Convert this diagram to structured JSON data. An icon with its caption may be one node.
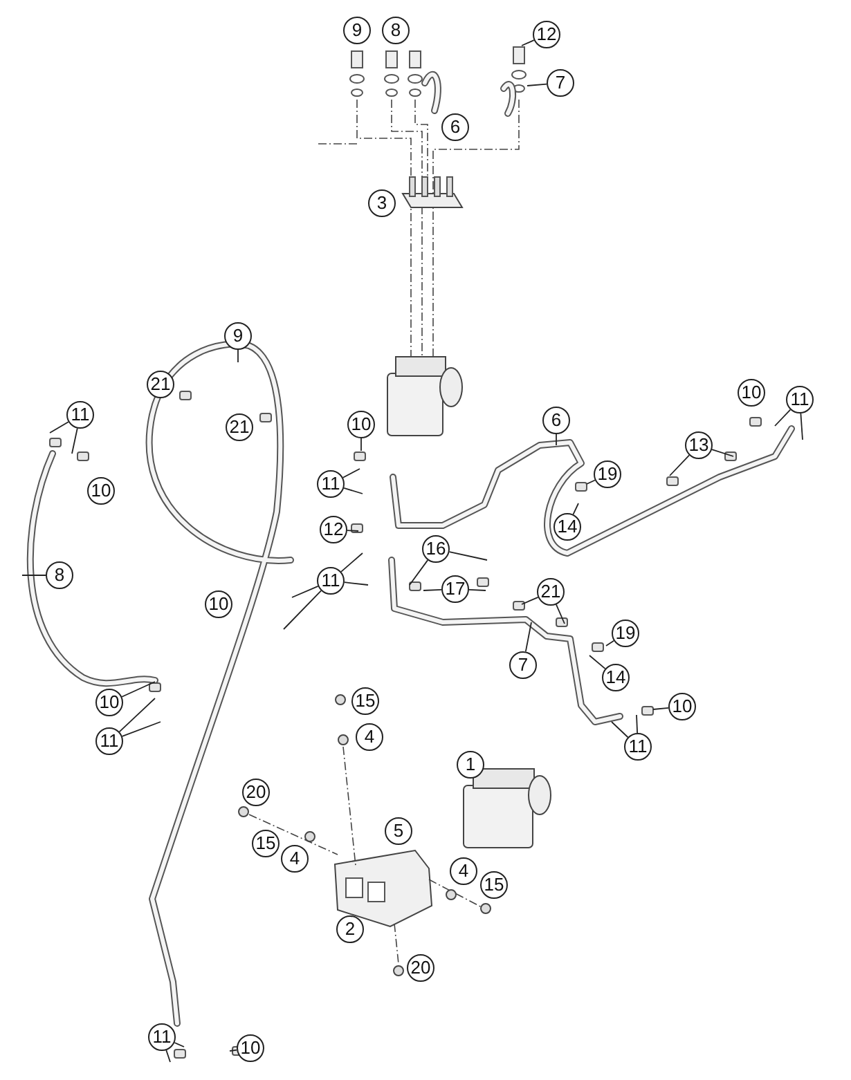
{
  "diagram": {
    "nodes": [
      {
        "text": [
          "9"
        ]
      },
      {
        "text": [
          "8"
        ]
      },
      {
        "text": [
          "12"
        ]
      },
      {
        "text": [
          "7"
        ]
      },
      {
        "text": [
          "6"
        ]
      },
      {
        "text": [
          "3"
        ]
      },
      {
        "text": [
          "9"
        ]
      },
      {
        "text": [
          "21"
        ]
      },
      {
        "text": [
          "10"
        ]
      },
      {
        "text": [
          "11"
        ]
      },
      {
        "text": [
          "11"
        ]
      },
      {
        "text": [
          "6"
        ]
      },
      {
        "text": [
          "10"
        ]
      },
      {
        "text": [
          "21"
        ]
      },
      {
        "text": [
          "13"
        ]
      },
      {
        "text": [
          "19"
        ]
      },
      {
        "text": [
          "11"
        ]
      },
      {
        "text": [
          "10"
        ]
      },
      {
        "text": [
          "14"
        ]
      },
      {
        "text": [
          "12"
        ]
      },
      {
        "text": [
          "16"
        ]
      },
      {
        "text": [
          "8"
        ]
      },
      {
        "text": [
          "11"
        ]
      },
      {
        "text": [
          "17"
        ]
      },
      {
        "text": [
          "21"
        ]
      },
      {
        "text": [
          "10"
        ]
      },
      {
        "text": [
          "19"
        ]
      },
      {
        "text": [
          "7"
        ]
      },
      {
        "text": [
          "14"
        ]
      },
      {
        "text": [
          "15"
        ]
      },
      {
        "text": [
          "10"
        ]
      },
      {
        "text": [
          "10"
        ]
      },
      {
        "text": [
          "4"
        ]
      },
      {
        "text": [
          "11"
        ]
      },
      {
        "text": [
          "11"
        ]
      },
      {
        "text": [
          "1"
        ]
      },
      {
        "text": [
          "20"
        ]
      },
      {
        "text": [
          "5"
        ]
      },
      {
        "text": [
          "15"
        ]
      },
      {
        "text": [
          "4"
        ]
      },
      {
        "text": [
          "4"
        ]
      },
      {
        "text": [
          "15"
        ]
      },
      {
        "text": [
          "2"
        ]
      },
      {
        "text": [
          "20"
        ]
      },
      {
        "text": [
          "11"
        ]
      },
      {
        "text": [
          "10"
        ]
      }
    ],
    "edges": [
      {
        "from": 2,
        "to": null,
        "arrow": "none"
      },
      {
        "from": 3,
        "to": null,
        "arrow": "none"
      },
      {
        "from": 6,
        "to": null,
        "arrow": "none"
      },
      {
        "from": 10,
        "to": null,
        "arrow": "none"
      },
      {
        "from": 10,
        "to": null,
        "arrow": "none"
      },
      {
        "from": 11,
        "to": null,
        "arrow": "none"
      },
      {
        "from": 12,
        "to": null,
        "arrow": "none"
      },
      {
        "from": 14,
        "to": null,
        "arrow": "none"
      },
      {
        "from": 14,
        "to": null,
        "arrow": "none"
      },
      {
        "from": 15,
        "to": null,
        "arrow": "none"
      },
      {
        "from": 16,
        "to": null,
        "arrow": "none"
      },
      {
        "from": 16,
        "to": null,
        "arrow": "none"
      },
      {
        "from": 18,
        "to": null,
        "arrow": "none"
      },
      {
        "from": 19,
        "to": null,
        "arrow": "none"
      },
      {
        "from": 20,
        "to": null,
        "arrow": "none"
      },
      {
        "from": 20,
        "to": null,
        "arrow": "none"
      },
      {
        "from": 21,
        "to": null,
        "arrow": "none"
      },
      {
        "from": 22,
        "to": null,
        "arrow": "none"
      },
      {
        "from": 22,
        "to": null,
        "arrow": "none"
      },
      {
        "from": 22,
        "to": null,
        "arrow": "none"
      },
      {
        "from": 22,
        "to": null,
        "arrow": "none"
      },
      {
        "from": 23,
        "to": null,
        "arrow": "none"
      },
      {
        "from": 23,
        "to": null,
        "arrow": "none"
      },
      {
        "from": 24,
        "to": null,
        "arrow": "none"
      },
      {
        "from": 24,
        "to": null,
        "arrow": "none"
      },
      {
        "from": 26,
        "to": null,
        "arrow": "none"
      },
      {
        "from": 27,
        "to": null,
        "arrow": "none"
      },
      {
        "from": 28,
        "to": null,
        "arrow": "none"
      },
      {
        "from": 30,
        "to": null,
        "arrow": "none"
      },
      {
        "from": 31,
        "to": null,
        "arrow": "none"
      },
      {
        "from": 33,
        "to": null,
        "arrow": "none"
      },
      {
        "from": 33,
        "to": null,
        "arrow": "none"
      },
      {
        "from": 34,
        "to": null,
        "arrow": "none"
      },
      {
        "from": 34,
        "to": null,
        "arrow": "none"
      },
      {
        "from": 44,
        "to": null,
        "arrow": "none"
      },
      {
        "from": 44,
        "to": null,
        "arrow": "none"
      },
      {
        "from": 45,
        "to": null,
        "arrow": "none"
      },
      {
        "from": 9,
        "to": null,
        "arrow": "none"
      },
      {
        "from": 9,
        "to": null,
        "arrow": "none"
      }
    ]
  }
}
